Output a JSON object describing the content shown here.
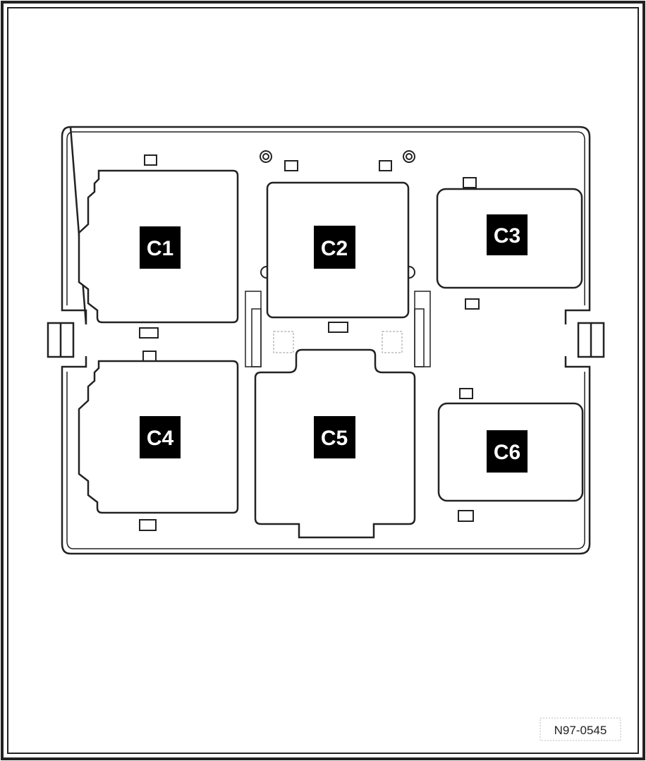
{
  "diagram": {
    "connectors": [
      {
        "id": "c1",
        "label": "C1"
      },
      {
        "id": "c2",
        "label": "C2"
      },
      {
        "id": "c3",
        "label": "C3"
      },
      {
        "id": "c4",
        "label": "C4"
      },
      {
        "id": "c5",
        "label": "C5"
      },
      {
        "id": "c6",
        "label": "C6"
      }
    ],
    "reference_code": "N97-0545",
    "colors": {
      "line": "#222222",
      "label_bg": "#000000",
      "label_text": "#ffffff"
    }
  }
}
